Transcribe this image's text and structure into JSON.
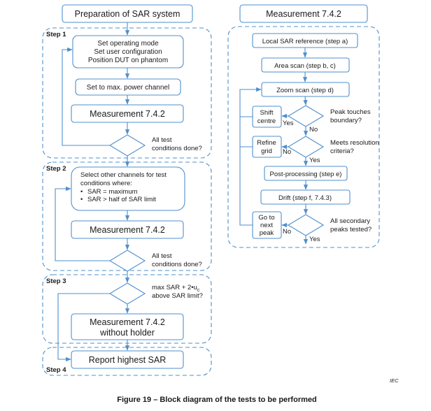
{
  "left": {
    "title": "Preparation of SAR system",
    "step1": {
      "label": "Step 1",
      "setup_lines": [
        "Set operating mode",
        "Set user configuration",
        "Position DUT on phantom"
      ],
      "max_power": "Set to max. power channel",
      "measurement": "Measurement 7.4.2",
      "decision_lines": [
        "All test",
        "conditions done?"
      ]
    },
    "step2": {
      "label": "Step 2",
      "select_lines": [
        "Select other channels for test",
        "conditions where:"
      ],
      "bullets": [
        "SAR = maximum",
        "SAR > half of SAR limit"
      ],
      "bullet_char": "•",
      "measurement": "Measurement 7.4.2",
      "decision_lines": [
        "All test",
        "conditions done?"
      ]
    },
    "step3": {
      "label": "Step 3",
      "decision_lines": [
        "max SAR + 2•u",
        "above SAR limit?"
      ],
      "decision_subscript": "c",
      "measurement_lines": [
        "Measurement 7.4.2",
        "without holder"
      ]
    },
    "step4": {
      "label": "Step 4",
      "report": "Report highest SAR"
    }
  },
  "right": {
    "title": "Measurement 7.4.2",
    "local_ref": "Local SAR reference (step a)",
    "area_scan": "Area scan (step b, c)",
    "zoom_scan": "Zoom scan (step d)",
    "shift_lines": [
      "Shift",
      "centre"
    ],
    "peak_lines": [
      "Peak touches",
      "boundary?"
    ],
    "refine_lines": [
      "Refine",
      "grid"
    ],
    "meets_lines": [
      "Meets resolution",
      "criteria?"
    ],
    "post_processing": "Post-processing (step e)",
    "drift": "Drift (step f, 7.4.3)",
    "goto_lines": [
      "Go to",
      "next",
      "peak"
    ],
    "secondary_lines": [
      "All secondary",
      "peaks tested?"
    ],
    "yes": "Yes",
    "no": "No"
  },
  "iec": "IEC",
  "caption": "Figure 19 – Block diagram of the tests to be performed"
}
